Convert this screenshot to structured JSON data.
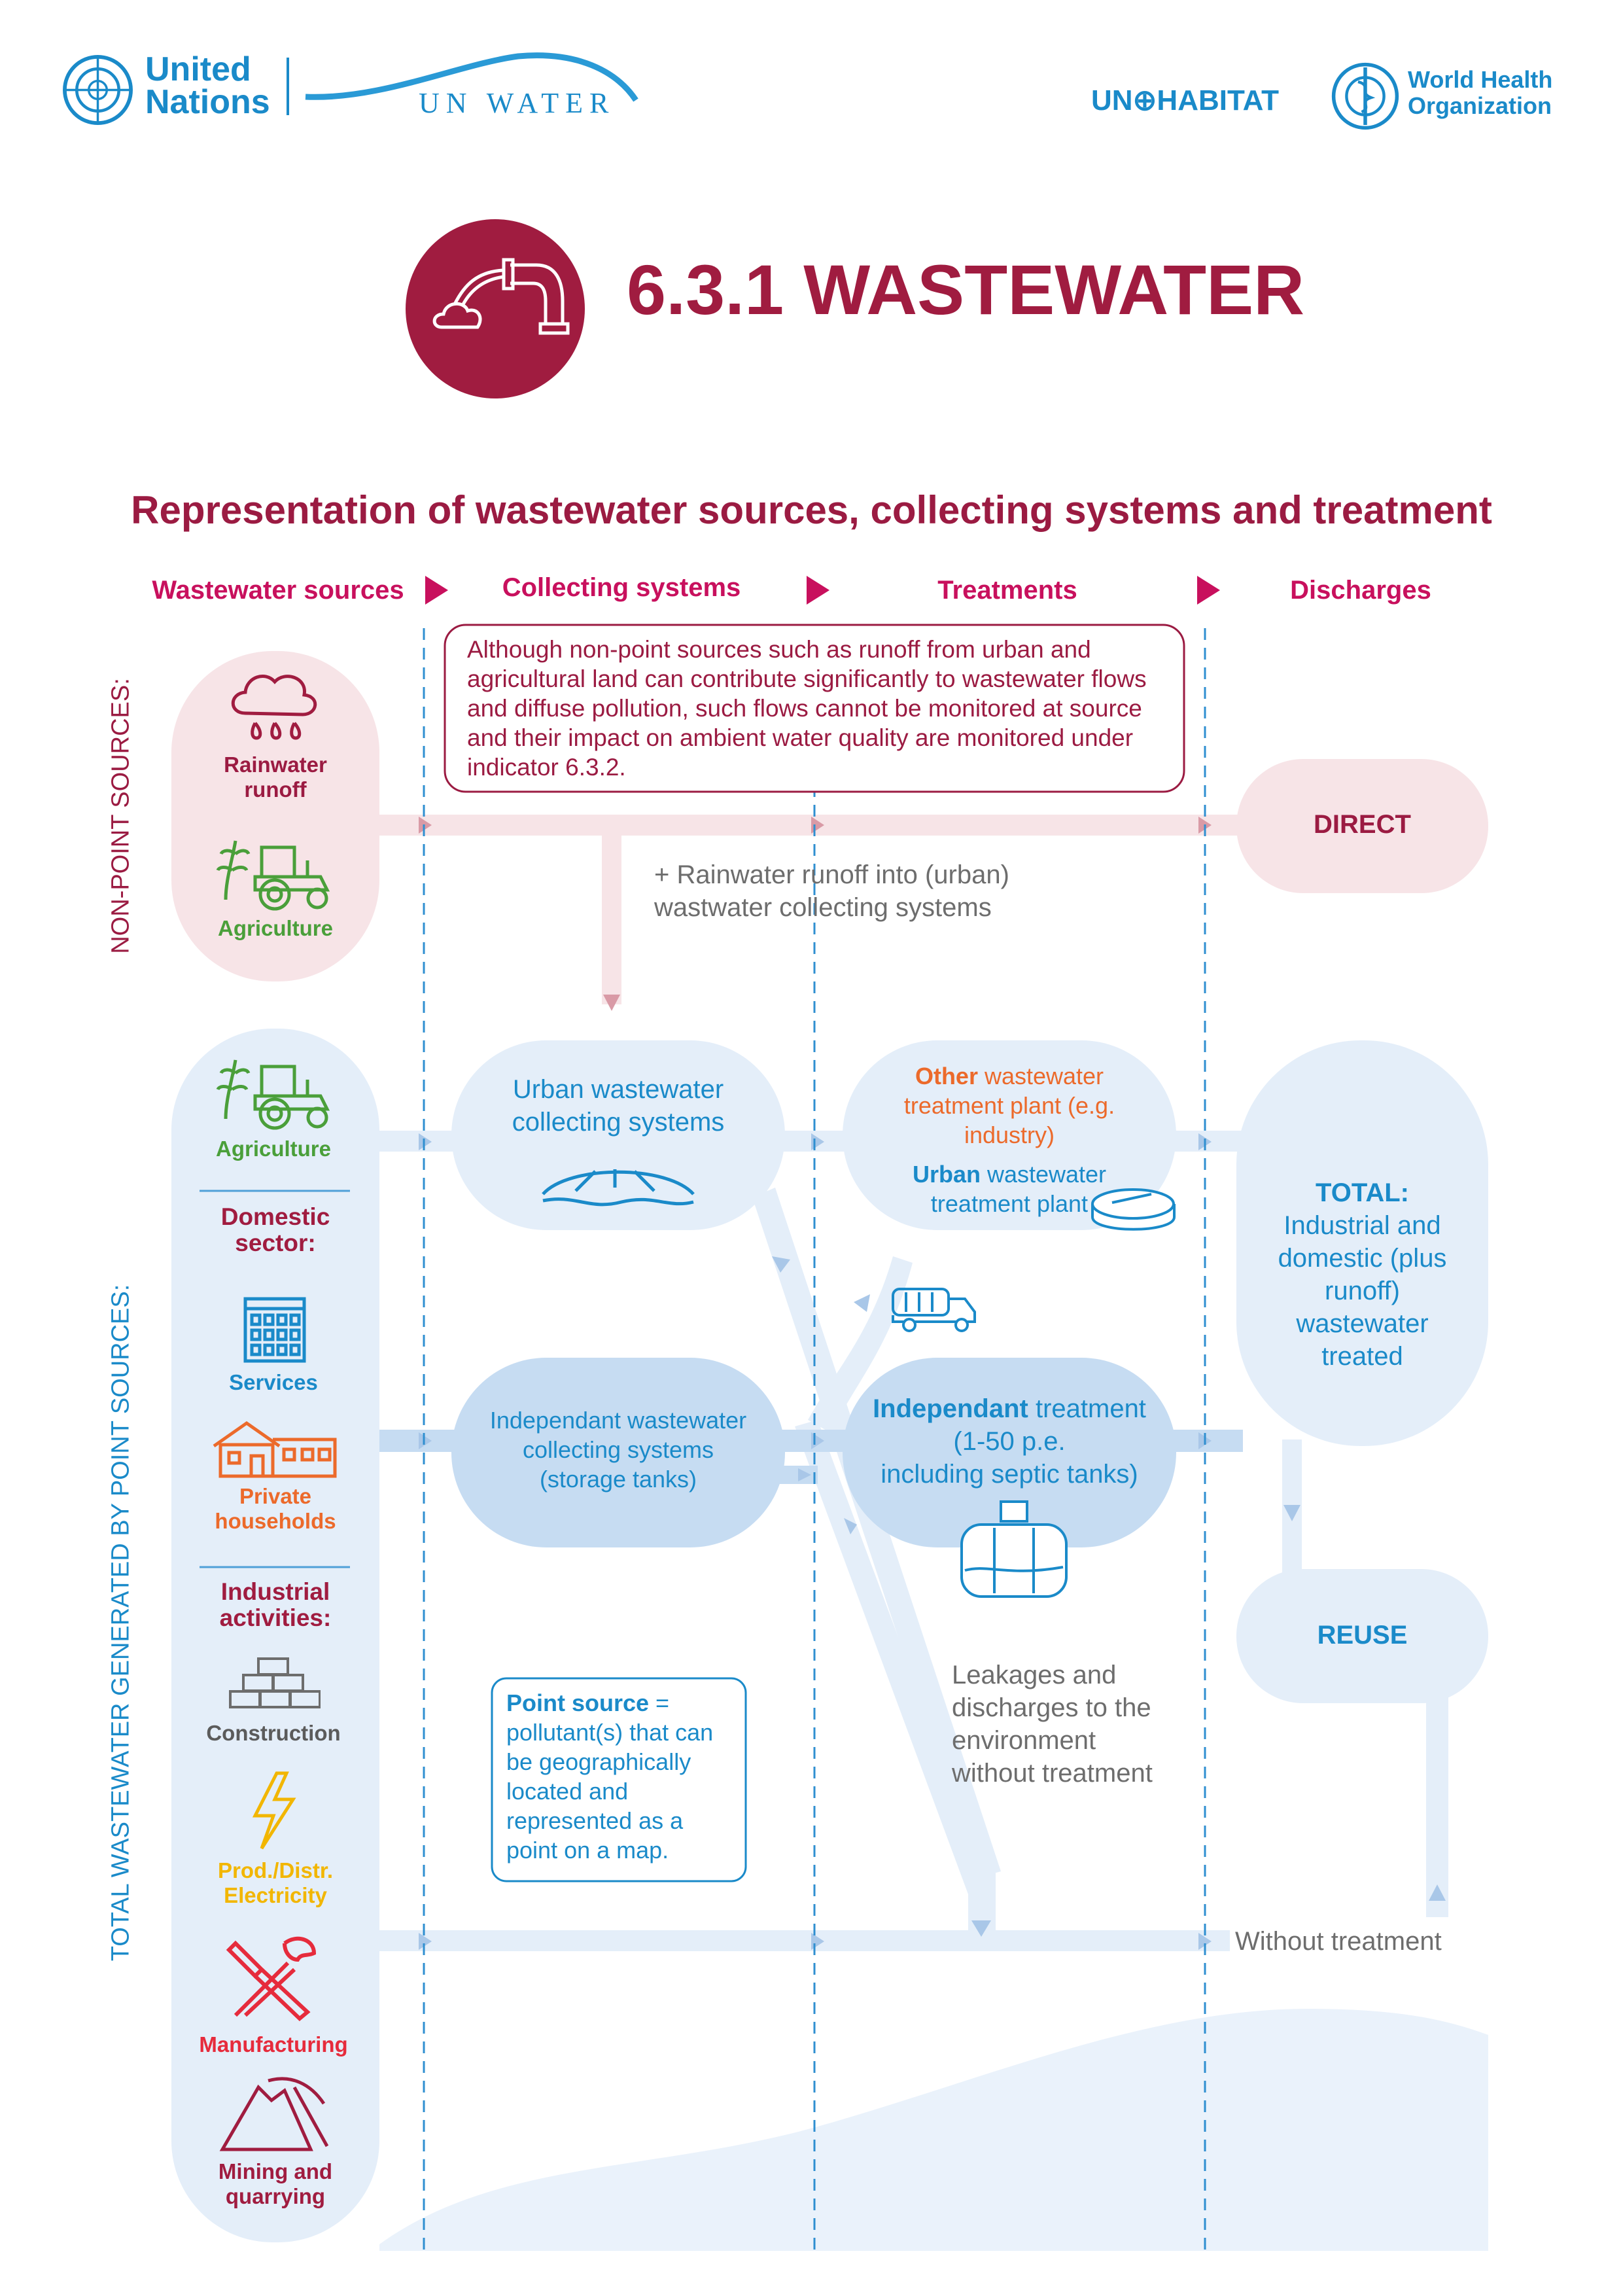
{
  "logos": {
    "un_line1": "United",
    "un_line2": "Nations",
    "unwater": "UN WATER",
    "unhabitat": "UN⊕HABITAT",
    "who_line1": "World Health",
    "who_line2": "Organization"
  },
  "title": "6.3.1 WASTEWATER",
  "subtitle": "Representation of wastewater sources, collecting systems and treatment",
  "columns": {
    "sources": "Wastewater sources",
    "collecting": "Collecting systems",
    "treatments": "Treatments",
    "discharges": "Discharges"
  },
  "side_labels": {
    "non_point": "NON-POINT SOURCES:",
    "point": "TOTAL WASTEWATER GENERATED BY POINT SOURCES:"
  },
  "note_box": "Although non-point sources such as runoff from urban and agricultural land can contribute significantly to wastewater flows and diffuse pollution, such flows cannot be monitored at source and their impact on ambient water quality are monitored under indicator 6.3.2.",
  "non_point_sources": {
    "rainwater_l1": "Rainwater",
    "rainwater_l2": "runoff",
    "agriculture": "Agriculture"
  },
  "direct": "DIRECT",
  "runoff_note_l1": "+ Rainwater runoff into (urban)",
  "runoff_note_l2": "wastwater collecting systems",
  "point_sources": {
    "agriculture": "Agriculture",
    "domestic_l1": "Domestic",
    "domestic_l2": "sector:",
    "services": "Services",
    "private_l1": "Private",
    "private_l2": "households",
    "industrial_l1": "Industrial",
    "industrial_l2": "activities:",
    "construction": "Construction",
    "electricity_l1": "Prod./Distr.",
    "electricity_l2": "Electricity",
    "manufacturing": "Manufacturing",
    "mining_l1": "Mining and",
    "mining_l2": "quarrying"
  },
  "urban_collecting_l1": "Urban wastewater",
  "urban_collecting_l2": "collecting systems",
  "other_plant": {
    "bold": "Other",
    "l1_rest": " wastewater",
    "l2": "treatment plant (e.g.",
    "l3": "industry)"
  },
  "urban_plant": {
    "bold": "Urban",
    "l1_rest": " wastewater",
    "l2": "treatment plant"
  },
  "independent_collecting": {
    "l1": "Independant wastewater",
    "l2": "collecting systems",
    "l3": "(storage tanks)"
  },
  "independent_treatment": {
    "bold": "Independant",
    "l1_rest": " treatment",
    "l2": "(1-50 p.e.",
    "l3": "including septic tanks)"
  },
  "total": {
    "head": "TOTAL:",
    "l1": "Industrial and",
    "l2": "domestic (plus",
    "l3": "runoff)",
    "l4": "wastewater",
    "l5": "treated"
  },
  "reuse": "REUSE",
  "point_source_box": {
    "bold": "Point source",
    "eq": " =",
    "l2": "pollutant(s) that can",
    "l3": "be geographically",
    "l4": "located and",
    "l5": "represented as a",
    "l6": "point on a map."
  },
  "leakages": {
    "l1": "Leakages and",
    "l2": "discharges to the",
    "l3": "environment",
    "l4": "without treatment"
  },
  "without_treatment": "Without treatment",
  "colors": {
    "crimson": "#9b1b42",
    "magenta": "#c8105d",
    "blue": "#1a8ac9",
    "light_blue": "#e4eef9",
    "mid_blue": "#c6dcf2",
    "light_pink": "#f7e4e7"
  }
}
